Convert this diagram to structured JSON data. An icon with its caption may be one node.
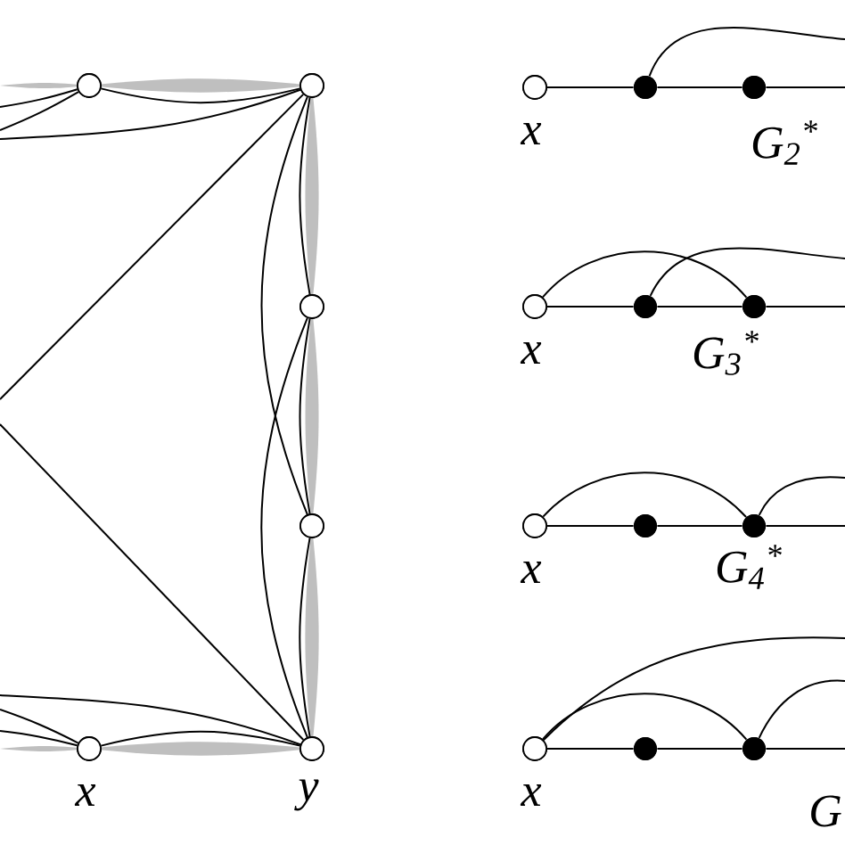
{
  "diagram": {
    "nodes": [
      {
        "text": [],
        "shape": "circle"
      },
      {
        "text": [],
        "shape": "circle"
      },
      {
        "text": [],
        "shape": "circle"
      },
      {
        "text": [],
        "shape": "circle"
      },
      {
        "text": [],
        "shape": "circle",
        "beside": [
          "y"
        ]
      },
      {
        "text": [],
        "shape": "circle",
        "beside": [
          "x"
        ]
      },
      {
        "text": [],
        "shape": "circle",
        "beside": [
          "x"
        ]
      },
      {
        "text": [],
        "shape": "dot"
      },
      {
        "text": [],
        "shape": "dot"
      },
      {
        "text": [],
        "shape": "circle",
        "beside": [
          "x"
        ]
      },
      {
        "text": [],
        "shape": "dot"
      },
      {
        "text": [],
        "shape": "dot"
      },
      {
        "text": [],
        "shape": "circle",
        "beside": [
          "x"
        ]
      },
      {
        "text": [],
        "shape": "dot"
      },
      {
        "text": [],
        "shape": "dot"
      },
      {
        "text": [],
        "shape": "circle",
        "beside": [
          "x"
        ]
      },
      {
        "text": [],
        "shape": "dot"
      },
      {
        "text": [],
        "shape": "dot"
      }
    ],
    "edges": [
      {
        "from": null,
        "to": 0,
        "arrow": "none"
      },
      {
        "from": null,
        "to": 0,
        "arrow": "none"
      },
      {
        "from": 0,
        "to": 1,
        "arrow": "none"
      },
      {
        "from": null,
        "to": 1,
        "arrow": "none"
      },
      {
        "from": 1,
        "to": null,
        "arrow": "none"
      },
      {
        "from": 1,
        "to": 2,
        "arrow": "none"
      },
      {
        "from": 1,
        "to": 3,
        "arrow": "none"
      },
      {
        "from": 2,
        "to": 3,
        "arrow": "none"
      },
      {
        "from": 2,
        "to": 4,
        "arrow": "none"
      },
      {
        "from": 3,
        "to": 4,
        "arrow": "none"
      },
      {
        "from": 4,
        "to": null,
        "arrow": "none"
      },
      {
        "from": null,
        "to": 4,
        "arrow": "none"
      },
      {
        "from": 5,
        "to": 4,
        "arrow": "none"
      },
      {
        "from": null,
        "to": 5,
        "arrow": "none"
      },
      {
        "from": null,
        "to": 5,
        "arrow": "none"
      },
      {
        "from": 6,
        "to": 7,
        "arrow": "none"
      },
      {
        "from": 7,
        "to": 8,
        "arrow": "none"
      },
      {
        "from": 8,
        "to": null,
        "arrow": "none"
      },
      {
        "from": 7,
        "to": null,
        "arrow": "none"
      },
      {
        "from": 9,
        "to": 10,
        "arrow": "none"
      },
      {
        "from": 10,
        "to": 11,
        "arrow": "none"
      },
      {
        "from": 11,
        "to": null,
        "arrow": "none"
      },
      {
        "from": 9,
        "to": 11,
        "arrow": "none"
      },
      {
        "from": 10,
        "to": null,
        "arrow": "none"
      },
      {
        "from": 12,
        "to": 13,
        "arrow": "none"
      },
      {
        "from": 13,
        "to": 14,
        "arrow": "none"
      },
      {
        "from": 14,
        "to": null,
        "arrow": "none"
      },
      {
        "from": 12,
        "to": 14,
        "arrow": "none"
      },
      {
        "from": 14,
        "to": null,
        "arrow": "none"
      },
      {
        "from": 15,
        "to": 16,
        "arrow": "none"
      },
      {
        "from": 16,
        "to": 17,
        "arrow": "none"
      },
      {
        "from": 17,
        "to": null,
        "arrow": "none"
      },
      {
        "from": 15,
        "to": 17,
        "arrow": "none"
      },
      {
        "from": 15,
        "to": null,
        "arrow": "none"
      },
      {
        "from": 17,
        "to": null,
        "arrow": "none"
      }
    ],
    "labels": [
      "G$_{2}$$^{*}$",
      "G$_{3}$$^{*}$",
      "G$_{4}$$^{*}$",
      "G"
    ]
  }
}
